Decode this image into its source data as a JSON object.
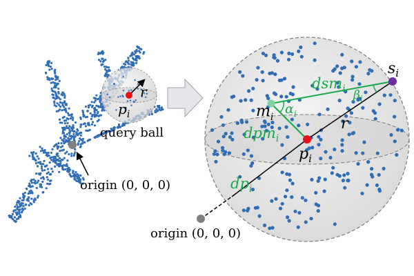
{
  "colors": {
    "point": "#2f6db5",
    "green": "#19a84a",
    "red": "#e6111b",
    "purple": "#6a2ea1",
    "gray": "#808080",
    "ball_fill": "#e6e6e6",
    "ball_edge": "#7a7a7a"
  },
  "labels": {
    "query_ball": "query ball",
    "origin_left": "origin (0, 0, 0)",
    "origin_bottom": "origin (0, 0, 0)",
    "r_small": "r",
    "r_big": "r",
    "p": "p",
    "p_sub": "i",
    "p_big": "p",
    "p_big_sub": "i",
    "s": "s",
    "s_sub": "i",
    "m": "m",
    "m_sub": "i",
    "dsm": "dsm",
    "dsm_sub": "i",
    "dpm": "dpm",
    "dpm_sub": "i",
    "dp": "dp",
    "dp_sub": "i",
    "alpha": "α",
    "alpha_sub": "i",
    "beta": "β",
    "beta_sub": "i"
  },
  "icons": {
    "transition_arrow": "arrow-right-icon"
  }
}
